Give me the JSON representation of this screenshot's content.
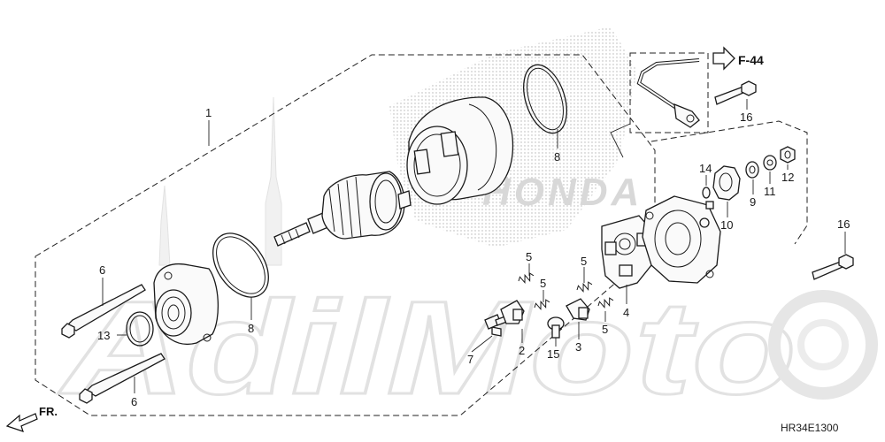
{
  "diagram": {
    "callouts": {
      "c1": "1",
      "c2": "2",
      "c3": "3",
      "c4": "4",
      "c5a": "5",
      "c5b": "5",
      "c5c": "5",
      "c5d": "5",
      "c6a": "6",
      "c6b": "6",
      "c7": "7",
      "c8a": "8",
      "c8b": "8",
      "c9": "9",
      "c10": "10",
      "c11": "11",
      "c12": "12",
      "c13": "13",
      "c14": "14",
      "c15": "15",
      "c16a": "16",
      "c16b": "16"
    },
    "cross_reference": "F-44",
    "front_indicator": "FR.",
    "diagram_code": "HR34E1300",
    "watermark_text": "HONDA",
    "watermark_brand": "AdilMoto"
  }
}
